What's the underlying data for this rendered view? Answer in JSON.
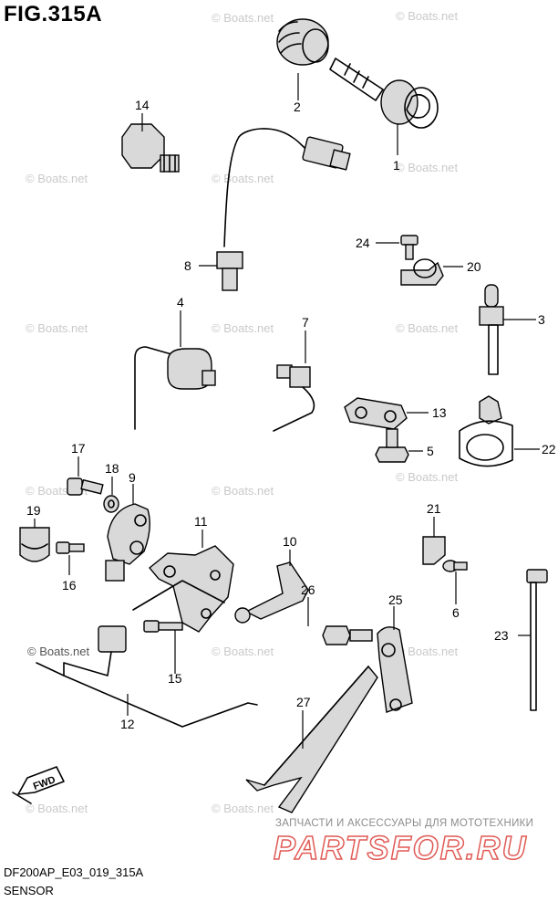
{
  "figure": {
    "title": "FIG.315A",
    "code": "DF200AP_E03_019_315A",
    "section": "SENSOR"
  },
  "watermark": "© Boats.net",
  "banner": {
    "tagline": "ЗАПЧАСТИ И АКСЕССУАРЫ ДЛЯ МОТОТЕХНИКИ",
    "logo": "PARTSFOR.RU",
    "color": "#e05a55"
  },
  "fwd_label": "FWD",
  "callouts": [
    "1",
    "2",
    "3",
    "4",
    "5",
    "6",
    "7",
    "8",
    "9",
    "10",
    "11",
    "12",
    "13",
    "14",
    "15",
    "16",
    "17",
    "18",
    "19",
    "20",
    "21",
    "22",
    "23",
    "24",
    "25",
    "26",
    "27"
  ]
}
